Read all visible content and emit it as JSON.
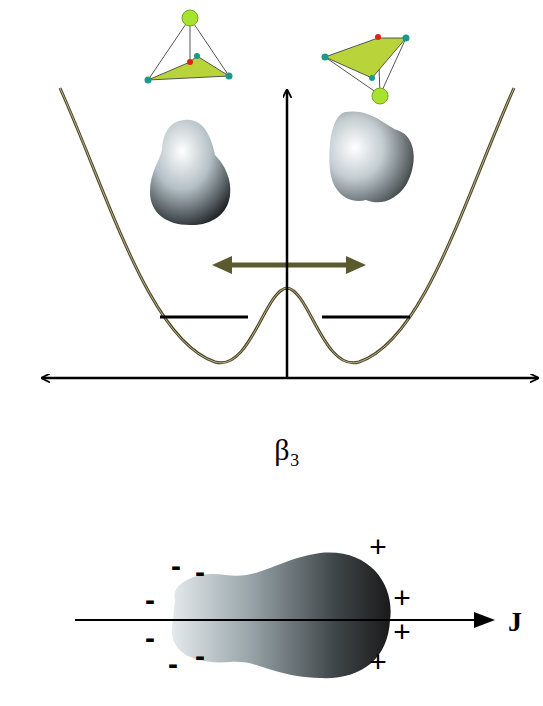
{
  "diagram": {
    "labels": [
      "β₃",
      "J",
      "-",
      "-",
      "-",
      "-",
      "-",
      "-",
      "+",
      "+",
      "+",
      "+"
    ]
  }
}
